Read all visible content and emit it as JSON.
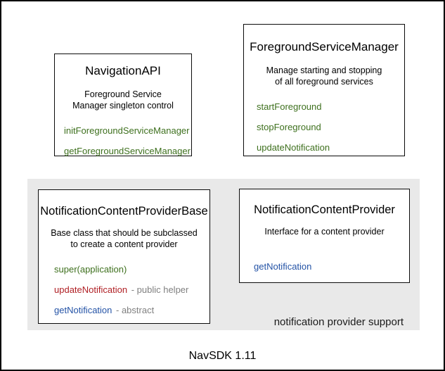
{
  "window": {
    "footer_label": "NavSDK 1.11"
  },
  "colors": {
    "method_green": "#3e701e",
    "method_red": "#b02025",
    "method_blue": "#2453a6",
    "annotation_gray": "#808080",
    "panel_background": "#e9e9e9",
    "box_border": "#000000"
  },
  "group": {
    "label": "notification provider support"
  },
  "boxes": [
    {
      "title": "NavigationAPI",
      "desc_lines": [
        "Foreground Service",
        "Manager singleton control"
      ],
      "methods": [
        {
          "name": "initForegroundServiceManager",
          "suffix": "",
          "color": "green"
        },
        {
          "name": "getForegroundServiceManager",
          "suffix": "",
          "color": "green"
        }
      ]
    },
    {
      "title": "ForegroundServiceManager",
      "desc_lines": [
        "Manage starting and stopping",
        "of all foreground services"
      ],
      "methods": [
        {
          "name": "startForeground",
          "suffix": "",
          "color": "green"
        },
        {
          "name": "stopForeground",
          "suffix": "",
          "color": "green"
        },
        {
          "name": "updateNotification",
          "suffix": "",
          "color": "green"
        }
      ]
    },
    {
      "title": "NotificationContentProviderBase",
      "desc_lines": [
        "Base class that should be subclassed",
        "to create a content provider"
      ],
      "methods": [
        {
          "name": "super(application)",
          "suffix": "",
          "color": "green"
        },
        {
          "name": "updateNotification",
          "suffix": "- public helper",
          "color": "red"
        },
        {
          "name": "getNotification",
          "suffix": "- abstract",
          "color": "blue"
        }
      ]
    },
    {
      "title": "NotificationContentProvider",
      "desc_lines": [
        "Interface for a content provider"
      ],
      "methods": [
        {
          "name": "getNotification",
          "suffix": "",
          "color": "blue"
        }
      ]
    }
  ]
}
